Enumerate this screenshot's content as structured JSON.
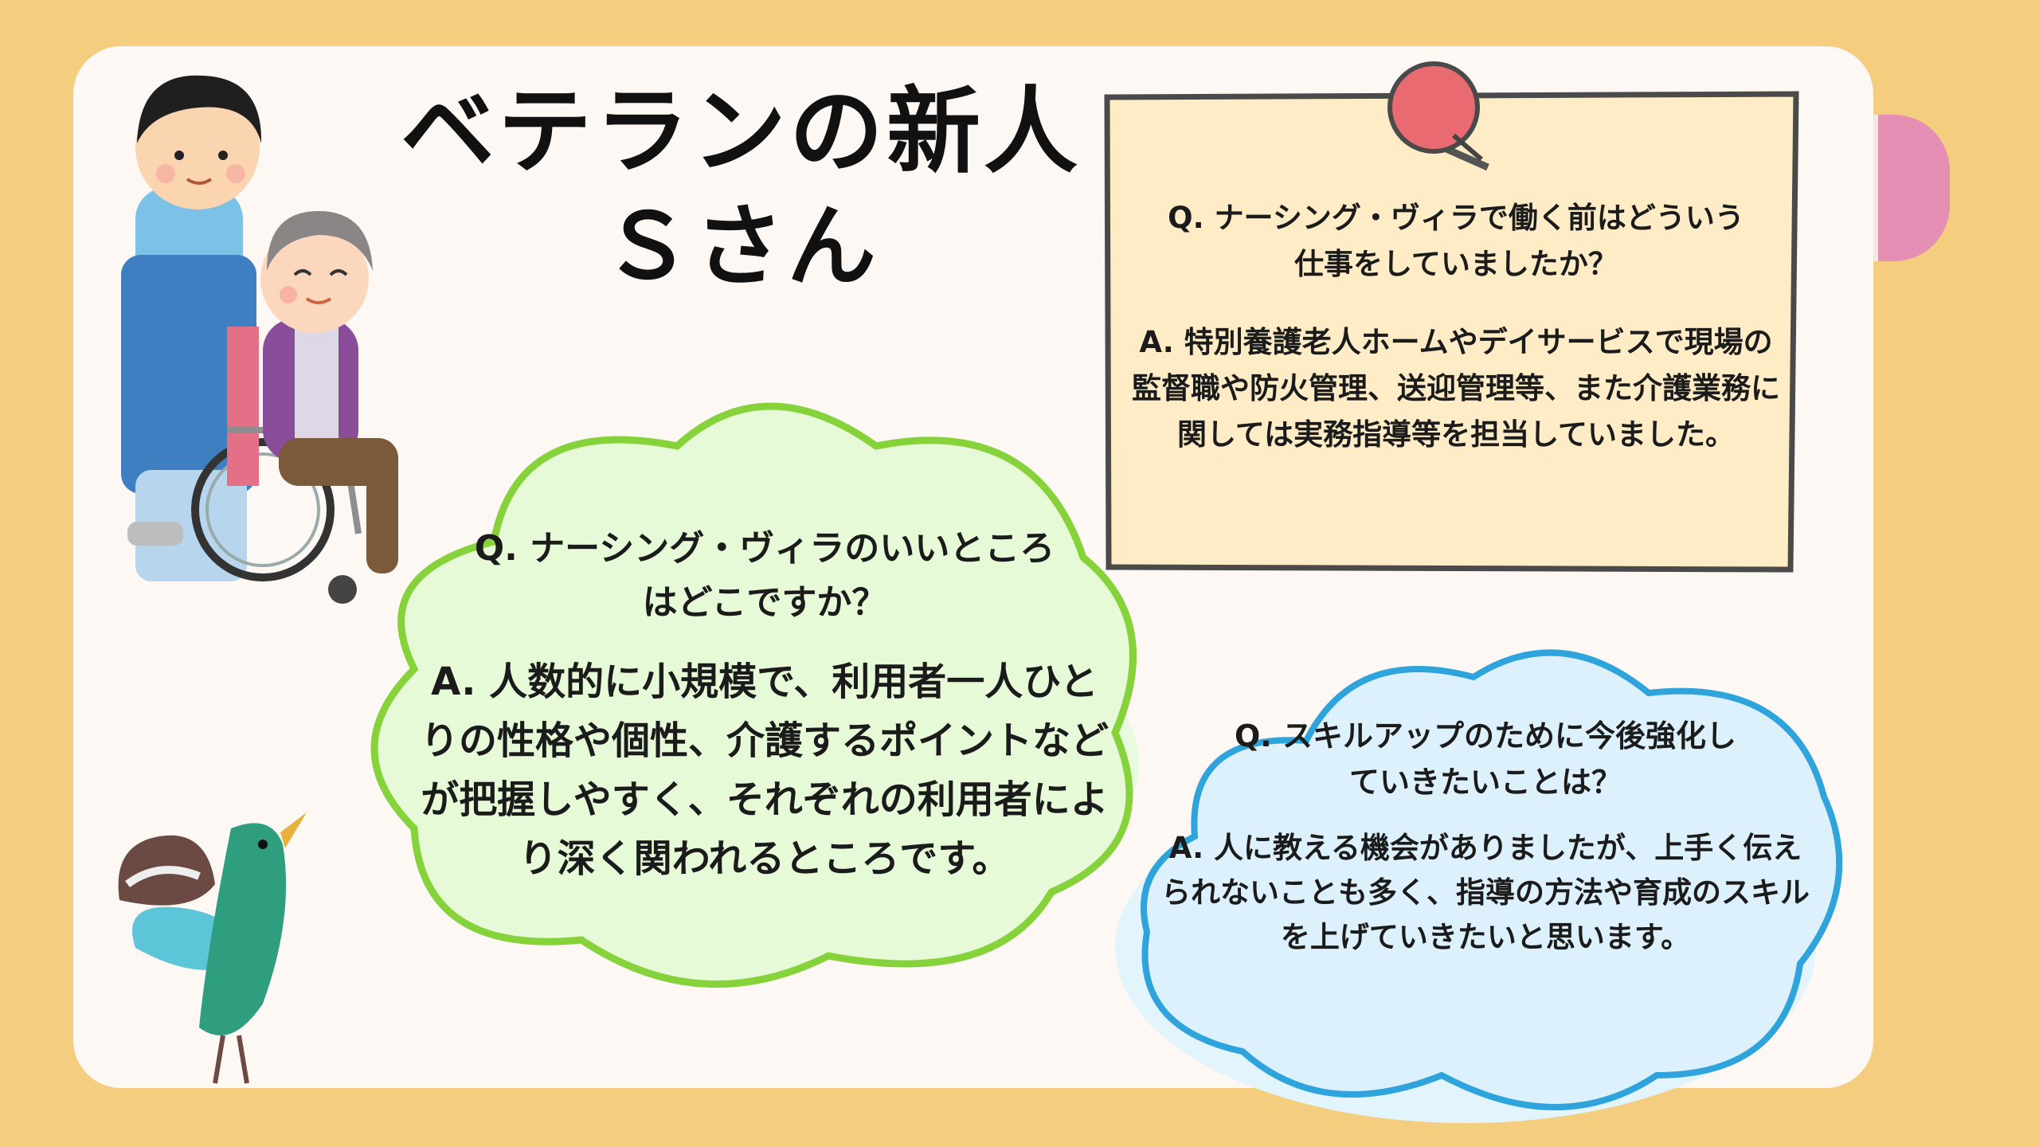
{
  "title": {
    "line1": "ベテランの新人",
    "line2": "Ｓさん"
  },
  "note": {
    "question": "Q. ナーシング・ヴィラで働く前はどういう仕事をしていましたか？",
    "answer": "A.  特別養護老人ホームやデイサービスで現場の監督職や防火管理、送迎管理等、また介護業務に関しては実務指導等を担当していました。"
  },
  "green_cloud": {
    "question": "Q. ナーシング・ヴィラのいいところはどこですか？",
    "answer": "A.  人数的に小規模で、利用者一人ひとりの性格や個性、介護するポイントなどが把握しやすく、それぞれの利用者により深く関われるところです。"
  },
  "blue_cloud": {
    "question": "Q. スキルアップのために今後強化していきたいことは？",
    "answer": "A.  人に教える機会がありましたが、上手く伝えられないことも多く、指導の方法や育成のスキルを上げていきたいと思います。"
  },
  "colors": {
    "background": "#f4cd7f",
    "card": "#fdf8f4",
    "note_fill": "#fdecc6",
    "green_stroke": "#86d23a",
    "green_fill": "#e6fad7",
    "blue_stroke": "#2ea3dc",
    "blue_fill": "#dcf1fb",
    "pin": "#ea6a72",
    "tab": "#e58fb4"
  }
}
